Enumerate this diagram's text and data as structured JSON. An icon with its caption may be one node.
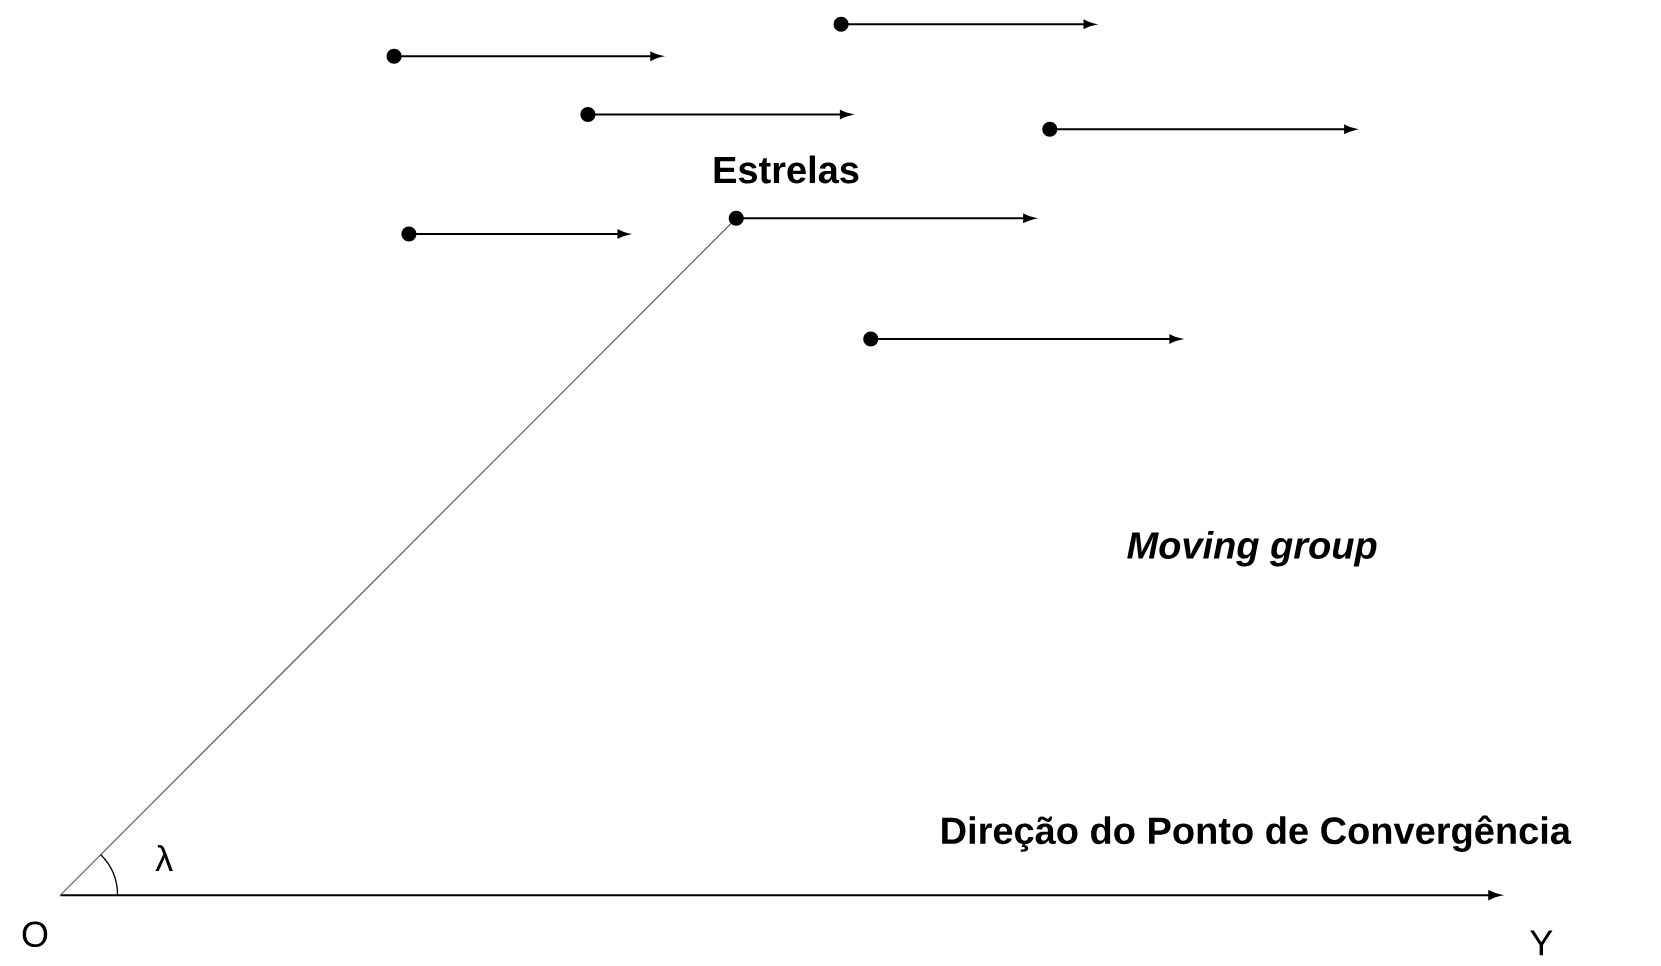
{
  "diagram": {
    "labels": [
      "Estrelas",
      "Moving group",
      "Direção do Ponto de Convergência",
      "λ",
      "O",
      "Y"
    ]
  }
}
